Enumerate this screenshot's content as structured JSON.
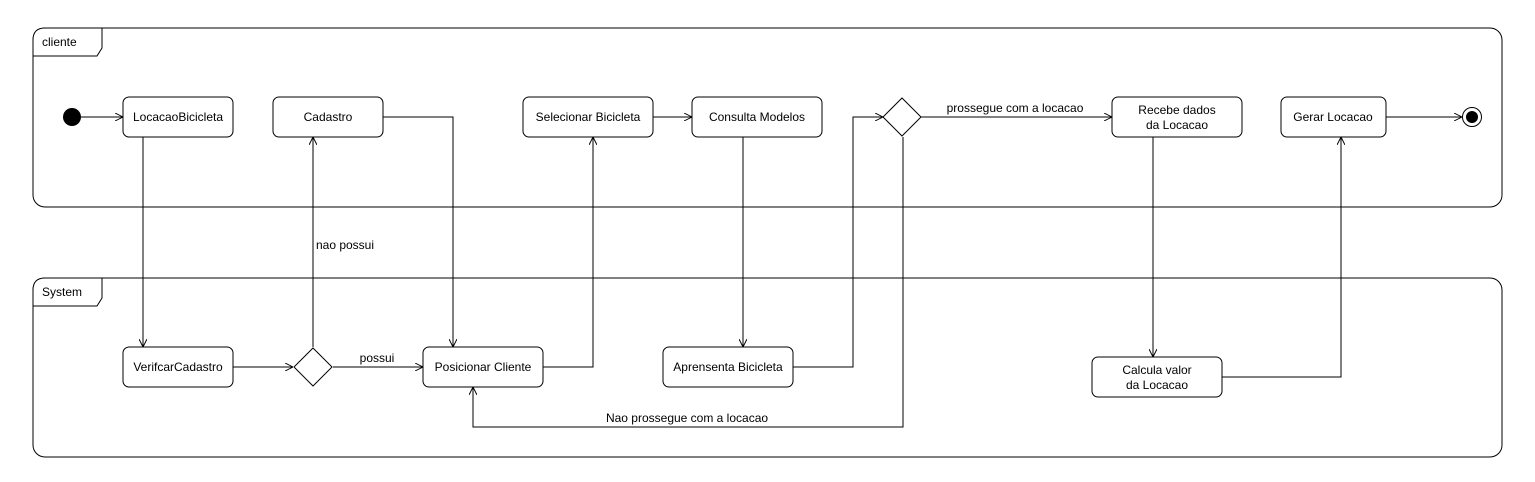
{
  "swimlanes": {
    "client": {
      "label": "cliente"
    },
    "system": {
      "label": "System"
    }
  },
  "nodes": {
    "start": {
      "kind": "initial-node"
    },
    "locacao_bicicleta": {
      "line1": "LocacaoBicicleta"
    },
    "cadastro": {
      "line1": "Cadastro"
    },
    "selecionar_bicicleta": {
      "line1": "Selecionar Bicicleta"
    },
    "consulta_modelos": {
      "line1": "Consulta Modelos"
    },
    "decision_prossegue": {
      "kind": "decision-node"
    },
    "recebe_dados": {
      "line1": "Recebe dados",
      "line2": "da Locacao"
    },
    "gerar_locacao": {
      "line1": "Gerar Locacao"
    },
    "end": {
      "kind": "final-node"
    },
    "verificar_cadastro": {
      "line1": "VerifcarCadastro"
    },
    "decision_cadastro": {
      "kind": "decision-node"
    },
    "posicionar_cliente": {
      "line1": "Posicionar Cliente"
    },
    "apresenta_bicicleta": {
      "line1": "Aprensenta Bicicleta"
    },
    "calcula_valor": {
      "line1": "Calcula valor",
      "line2": "da Locacao"
    }
  },
  "edge_labels": {
    "nao_possui": "nao possui",
    "possui": "possui",
    "prossegue": "prossegue com a locacao",
    "nao_prossegue": "Nao prossegue com a locacao"
  },
  "colors": {
    "stroke": "#000000",
    "fill": "#ffffff"
  }
}
